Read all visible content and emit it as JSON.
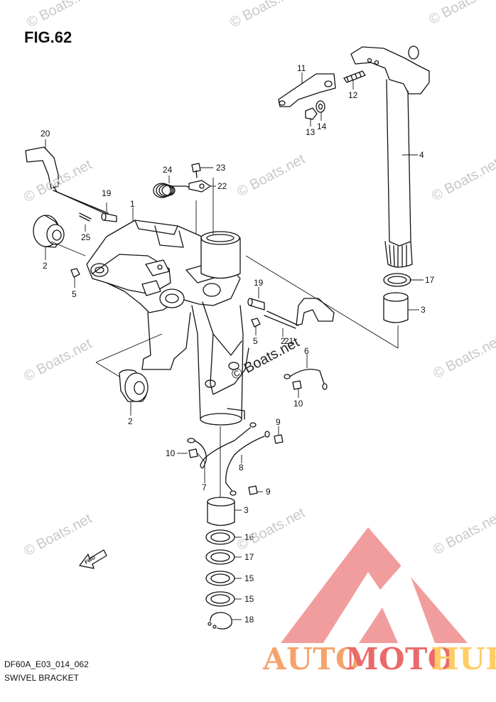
{
  "figure": {
    "title": "FIG.62",
    "code": "DF60A_E03_014_062",
    "caption": "SWIVEL BRACKET"
  },
  "watermark": {
    "text": "© Boats.net"
  },
  "brand": {
    "part1": "AUTO",
    "part2": "MOTO",
    "part3": "HUB",
    "colors": {
      "auto": "#f5a36b",
      "moto": "#ea6a6a",
      "hub": "#ffcc66"
    }
  },
  "direction_label": "FWD",
  "callouts": [
    "1",
    "2",
    "2",
    "2",
    "3",
    "3",
    "4",
    "5",
    "5",
    "6",
    "7",
    "8",
    "9",
    "9",
    "10",
    "10",
    "11",
    "12",
    "13",
    "14",
    "15",
    "15",
    "16",
    "17",
    "17",
    "18",
    "19",
    "19",
    "20",
    "21",
    "22",
    "23",
    "24",
    "25"
  ]
}
